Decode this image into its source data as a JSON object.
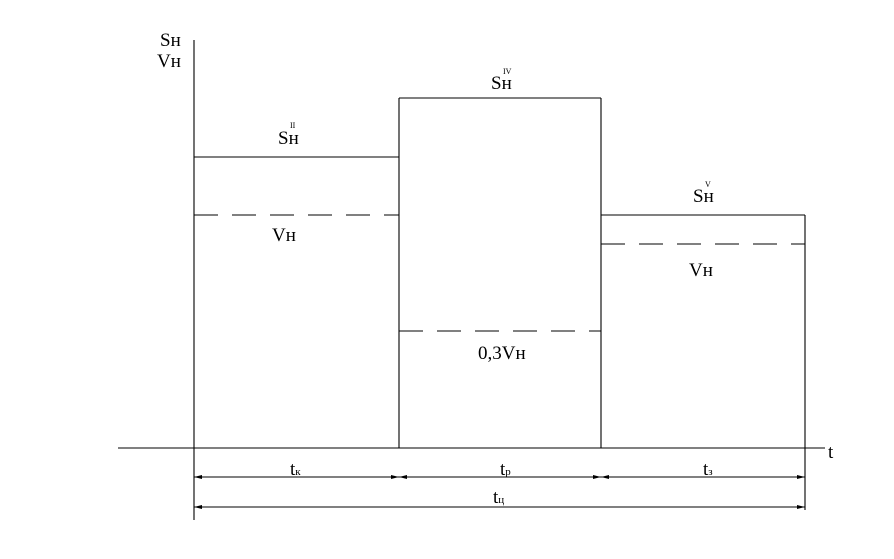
{
  "axis": {
    "y_label_line1": "Sн",
    "y_label_line2": "Vн",
    "x_label": "t"
  },
  "levels": {
    "s_ii": {
      "base": "Sн",
      "sup": "II"
    },
    "v_1": "Vн",
    "s_iv": {
      "base": "Sн",
      "sup": "IV"
    },
    "v_2": "0,3Vн",
    "s_v": {
      "base": "Sн",
      "sup": "V"
    },
    "v_3": "Vн"
  },
  "intervals": {
    "t1": {
      "base": "t",
      "sub": "к"
    },
    "t2": {
      "base": "t",
      "sub": "р"
    },
    "t3": {
      "base": "t",
      "sub": "з"
    },
    "total": {
      "base": "t",
      "sub": "ц"
    }
  }
}
